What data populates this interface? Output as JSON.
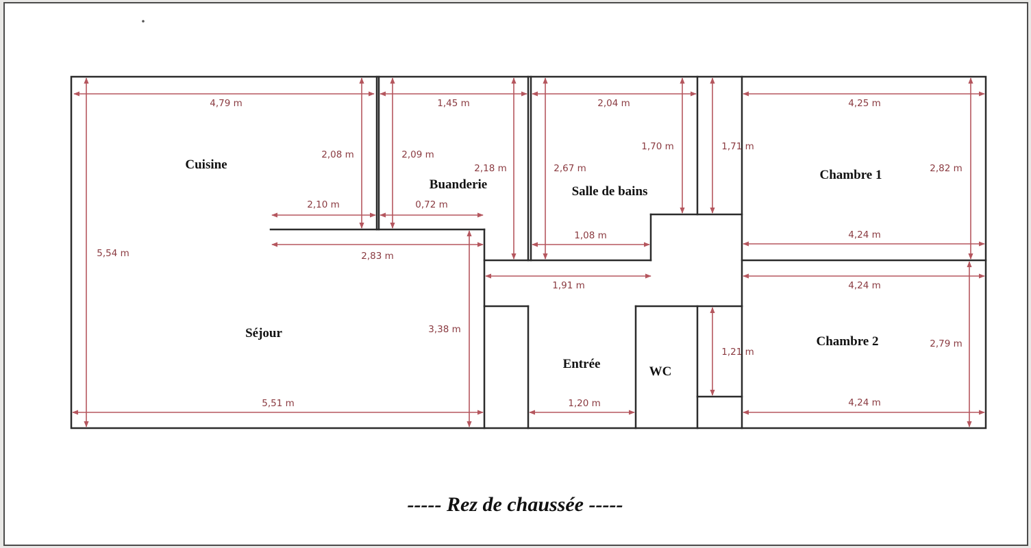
{
  "rooms": {
    "cuisine": "Cuisine",
    "buanderie": "Buanderie",
    "salle_de_bains": "Salle de bains",
    "chambre1": "Chambre 1",
    "sejour": "Séjour",
    "entree": "Entrée",
    "wc": "WC",
    "chambre2": "Chambre 2"
  },
  "dims": {
    "cuisine_width": "4,79 m",
    "cuisine_depth": "2,08 m",
    "cuisine_opening": "2,10 m",
    "buanderie_width": "1,45 m",
    "buanderie_depth": "2,09 m",
    "buanderie_depth2": "2,18 m",
    "buanderie_opening": "0,72 m",
    "sdb_width": "2,04 m",
    "sdb_depth_left": "2,67 m",
    "sdb_depth_right": "1,70 m",
    "sdb_bottom": "1,08 m",
    "corridor_top": "1,71 m",
    "chambre1_width": "4,25 m",
    "chambre1_depth": "2,82 m",
    "chambre1_bottom": "4,24 m",
    "total_height": "5,54 m",
    "sejour_top": "2,83 m",
    "sejour_right": "3,38 m",
    "sejour_width": "5,51 m",
    "hall_width": "1,91 m",
    "entree_width": "1,20 m",
    "wc_side": "1,21 m",
    "chambre2_top": "4,24 m",
    "chambre2_depth": "2,79 m",
    "chambre2_bottom": "4,24 m"
  },
  "caption": "----- Rez de chaussée -----",
  "colors": {
    "dimension": "#b5565e",
    "wall": "#2b2b2b",
    "paper": "#ffffff"
  }
}
